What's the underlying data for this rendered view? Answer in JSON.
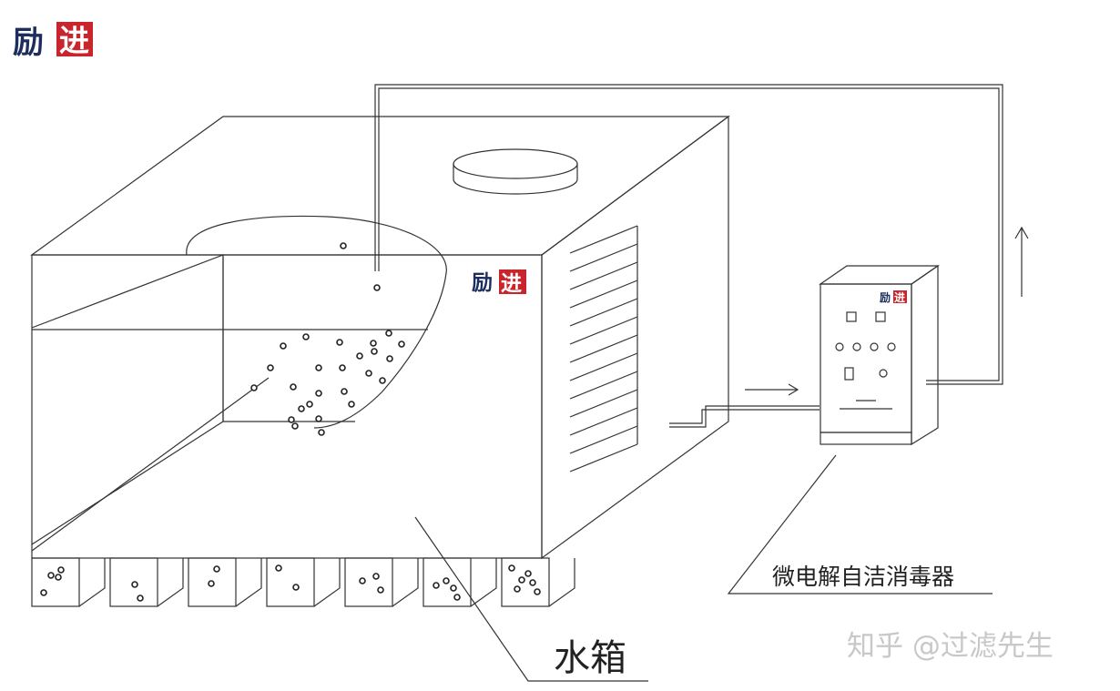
{
  "logo": {
    "part1": "励",
    "part2": "进"
  },
  "labels": {
    "tank": "水箱",
    "device": "微电解自洁消毒器"
  },
  "watermark": "知乎 @过滤先生"
}
